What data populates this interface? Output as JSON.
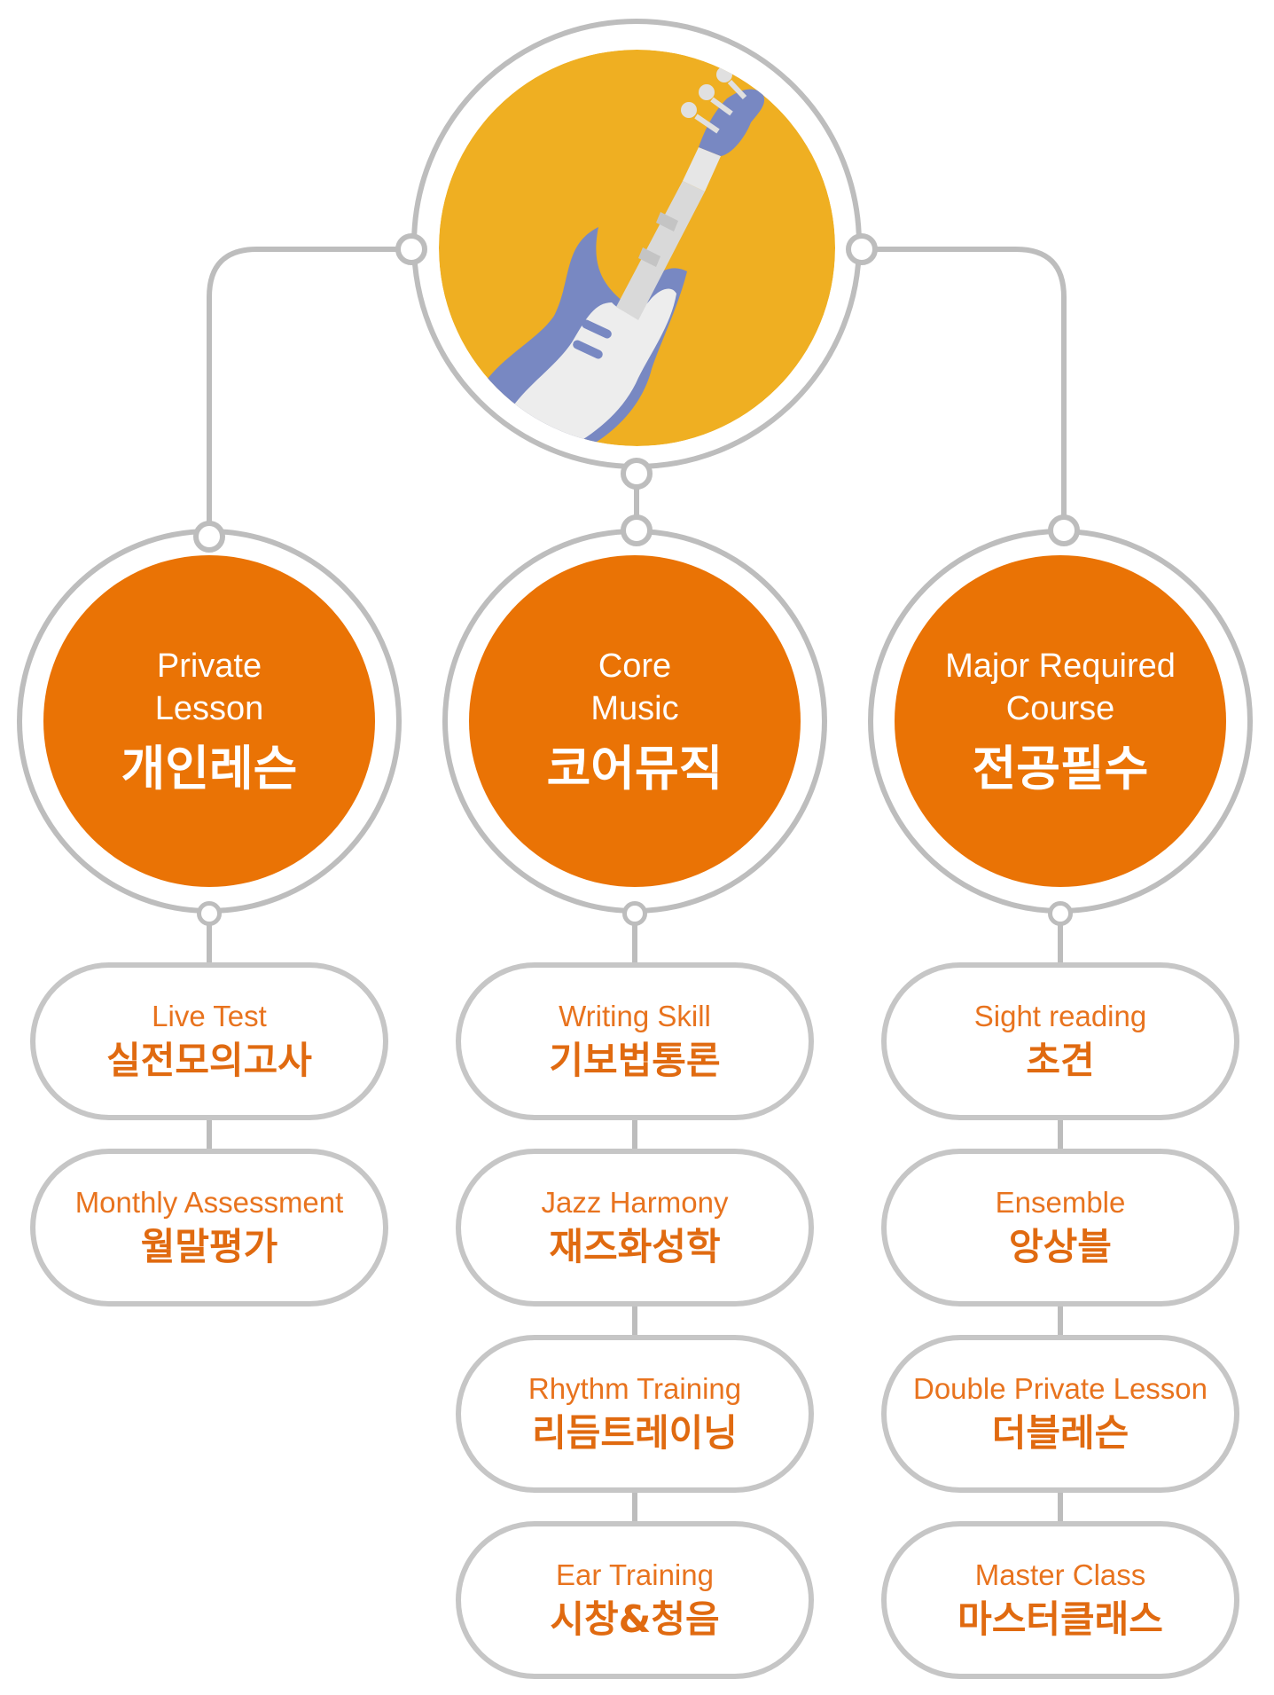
{
  "colors": {
    "accent": "#ea7305",
    "connector": "#bdbdbd",
    "center_fill": "#efaf22",
    "guitar_body": "#6f82c0"
  },
  "center": {
    "icon": "electric-guitar-icon"
  },
  "columns": [
    {
      "title_en": "Private\nLesson",
      "title_ko": "개인레슨",
      "items": [
        {
          "en": "Live Test",
          "ko": "실전모의고사"
        },
        {
          "en": "Monthly Assessment",
          "ko": "월말평가"
        }
      ]
    },
    {
      "title_en": "Core\nMusic",
      "title_ko": "코어뮤직",
      "items": [
        {
          "en": "Writing Skill",
          "ko": "기보법통론"
        },
        {
          "en": "Jazz Harmony",
          "ko": "재즈화성학"
        },
        {
          "en": "Rhythm Training",
          "ko": "리듬트레이닝"
        },
        {
          "en": "Ear Training",
          "ko": "시창&청음"
        }
      ]
    },
    {
      "title_en": "Major Required\nCourse",
      "title_ko": "전공필수",
      "items": [
        {
          "en": "Sight reading",
          "ko": "초견"
        },
        {
          "en": "Ensemble",
          "ko": "앙상블"
        },
        {
          "en": "Double Private Lesson",
          "ko": "더블레슨"
        },
        {
          "en": "Master Class",
          "ko": "마스터클래스"
        }
      ]
    }
  ]
}
